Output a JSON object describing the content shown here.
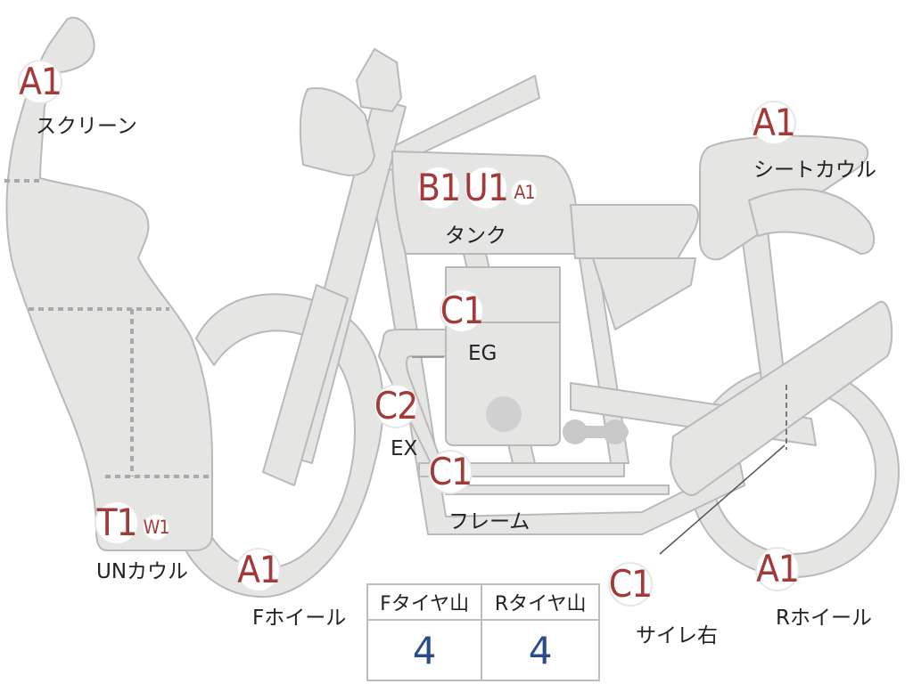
{
  "colors": {
    "part_fill": "#e5e5e3",
    "part_stroke": "#b9b9b9",
    "grade_text": "#a23a3a",
    "value_text": "#2a4b8e"
  },
  "grades": {
    "screen": "A1",
    "tank_b": "B1",
    "tank_u": "U1",
    "tank_a": "A1",
    "seat_cowl": "A1",
    "engine": "C1",
    "exhaust": "C2",
    "frame": "C1",
    "under_cowl_t": "T1",
    "under_cowl_w": "W1",
    "front_wheel": "A1",
    "silencer_right": "C1",
    "rear_wheel": "A1"
  },
  "labels": {
    "screen": "スクリーン",
    "seat_cowl": "シートカウル",
    "tank": "タンク",
    "engine": "EG",
    "exhaust": "EX",
    "frame": "フレーム",
    "under_cowl": "UNカウル",
    "front_wheel": "Fホイール",
    "silencer_right": "サイレ右",
    "rear_wheel": "Rホイール"
  },
  "tire_table": {
    "headers": [
      "Fタイヤ山",
      "Rタイヤ山"
    ],
    "values": [
      "4",
      "4"
    ]
  }
}
